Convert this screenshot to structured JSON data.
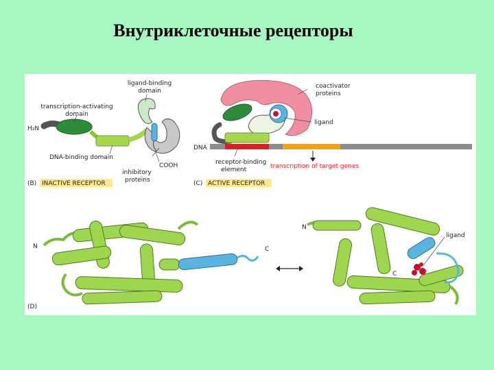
{
  "title": "Внутриклеточные рецепторы",
  "panel_b": {
    "tag": "(B)",
    "caption": "INACTIVE RECEPTOR",
    "labels": {
      "ligand_binding_1": "ligand-binding",
      "ligand_binding_2": "domain",
      "transcription_1": "transcription-activating",
      "transcription_2": "domain",
      "h2n": "H₂N",
      "dna_binding": "DNA-binding domain",
      "cooh": "COOH",
      "inhibitory_1": "inhibitory",
      "inhibitory_2": "proteins"
    }
  },
  "panel_c": {
    "tag": "(C)",
    "caption": "ACTIVE RECEPTOR",
    "labels": {
      "coactivator_1": "coactivator",
      "coactivator_2": "proteins",
      "ligand": "ligand",
      "dna": "DNA",
      "rbe_1": "receptor-binding",
      "rbe_2": "element",
      "transcription": "transcription of target genes"
    }
  },
  "panel_d": {
    "tag": "(D)",
    "labels": {
      "n_left": "N",
      "c_left": "C",
      "n_right": "N",
      "c_right": "C",
      "ligand": "ligand"
    }
  },
  "colors": {
    "background": "#a6f7c0",
    "highlight": "#ffe98a",
    "helix_green": "#9ed64f",
    "helix_blue": "#5ab4e0",
    "coactivator_pink": "#ef8fa0",
    "dna_red": "#d81f2a",
    "dna_orange": "#f2a11f",
    "ligand_red": "#c8102e"
  }
}
